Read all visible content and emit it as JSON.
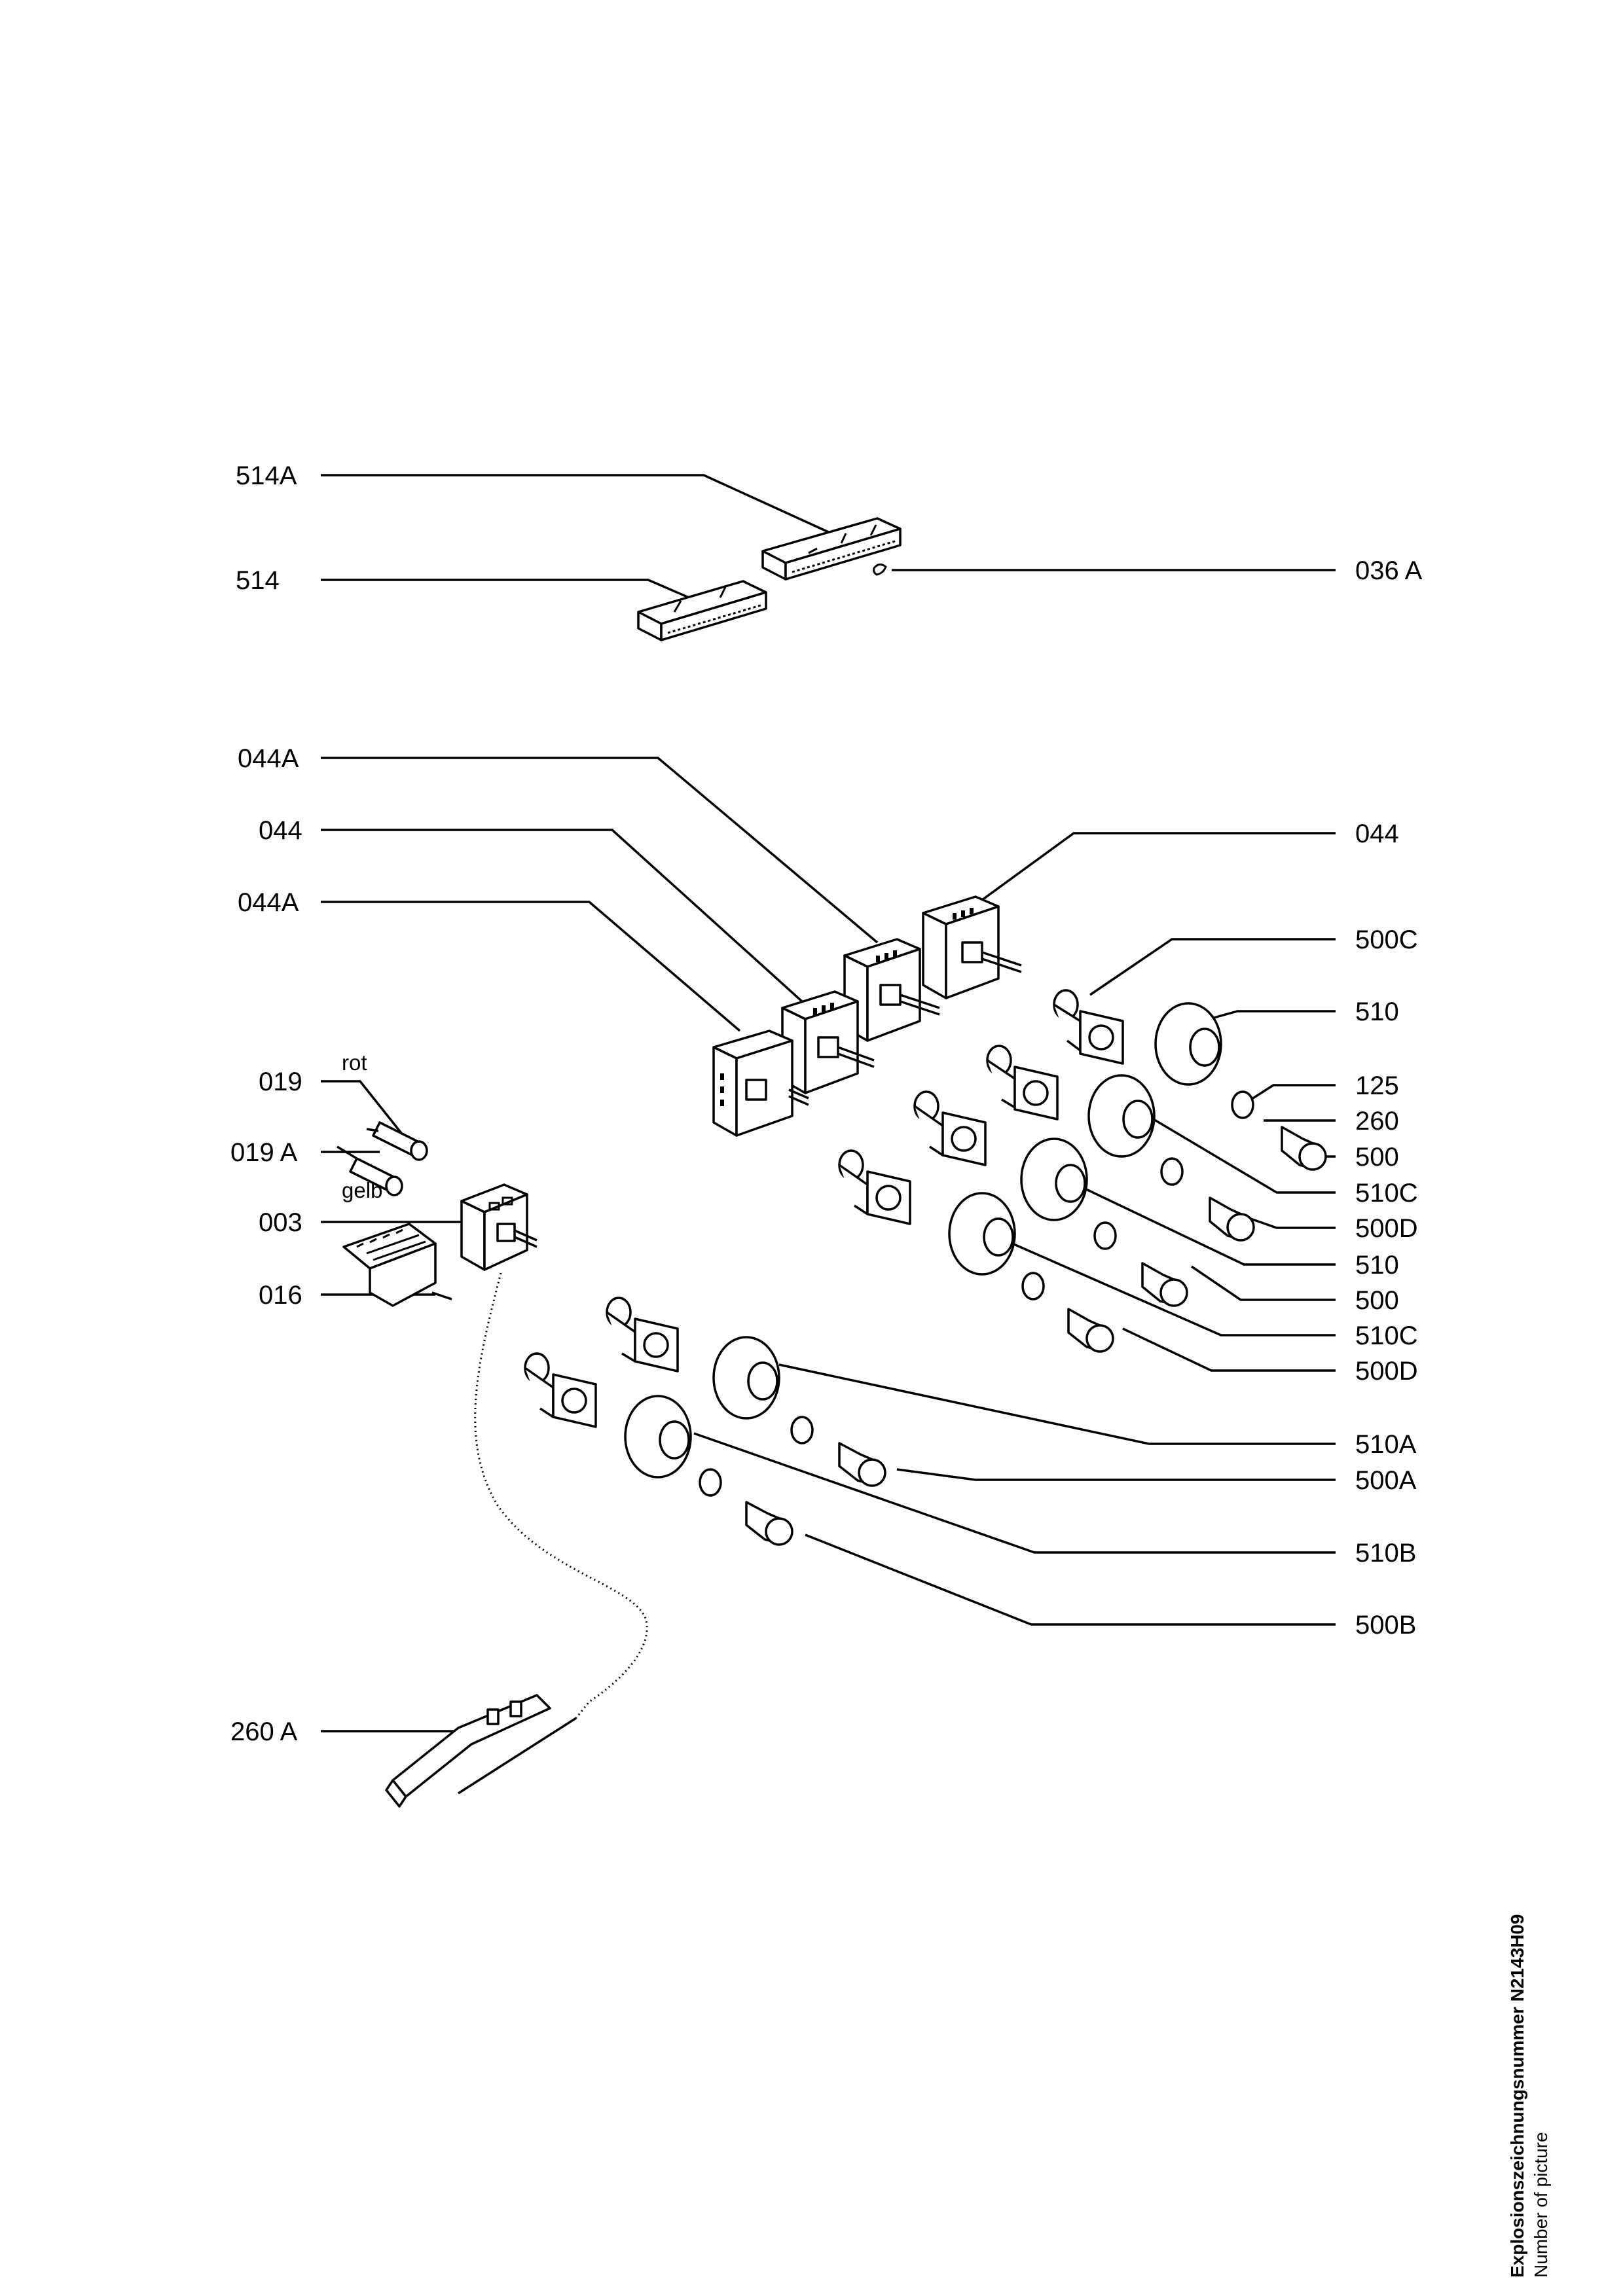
{
  "labels": {
    "l514A": "514A",
    "l514": "514",
    "l036A": "036 A",
    "l044A_top": "044A",
    "l044_left": "044",
    "l044A_low": "044A",
    "l044_right": "044",
    "l500C": "500C",
    "l510_a": "510",
    "l019": "019",
    "l125": "125",
    "l260": "260",
    "l019A": "019 A",
    "l500_a": "500",
    "l510C_a": "510C",
    "l003": "003",
    "l500D_a": "500D",
    "l510_b": "510",
    "l016": "016",
    "l500_b": "500",
    "l510C_b": "510C",
    "l500D_b": "500D",
    "l510A": "510A",
    "l500A": "500A",
    "l510B": "510B",
    "l500B": "500B",
    "l260A": "260 A",
    "rot": "rot",
    "gelb": "gelb"
  },
  "side_note": {
    "title": "Explosionszeichnungsnummer N2143H09",
    "subtitle": "Number of picture"
  }
}
